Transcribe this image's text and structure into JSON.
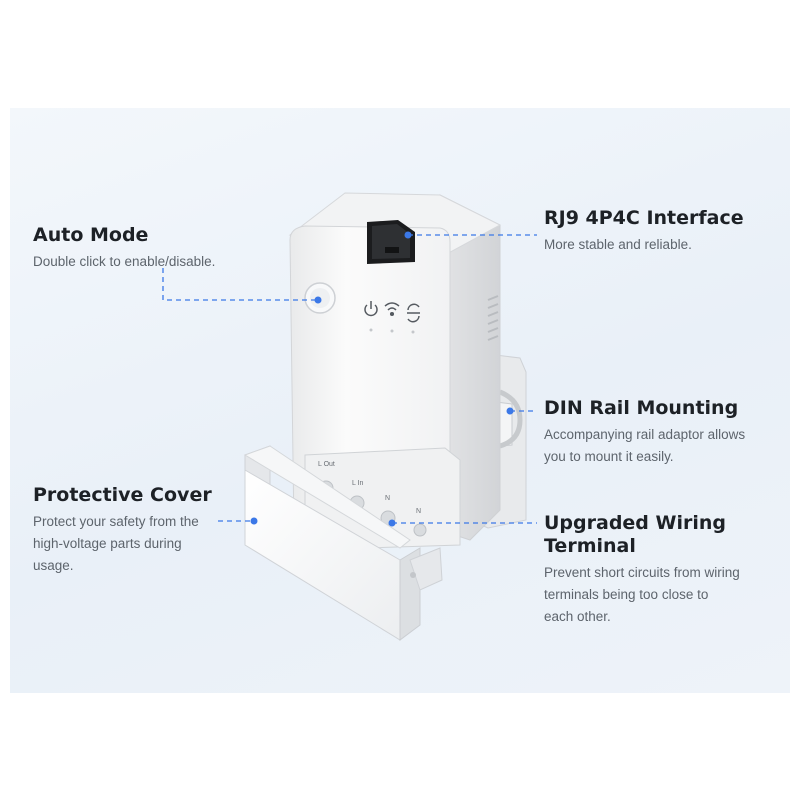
{
  "colors": {
    "background": "#ffffff",
    "panel": "#eef3f9",
    "leader_line": "#3b78e7",
    "device_body": "#f7f7f7",
    "title_text": "#1d2126",
    "body_text": "#5d646c"
  },
  "callouts": {
    "auto_mode": {
      "title": "Auto Mode",
      "description": "Double click to enable/disable."
    },
    "rj9": {
      "title": "RJ9 4P4C Interface",
      "description": "More stable and reliable."
    },
    "din_rail": {
      "title": "DIN Rail Mounting",
      "description_line1": "Accompanying rail adaptor allows",
      "description_line2": "you to mount it easily."
    },
    "protective_cover": {
      "title": "Protective Cover",
      "description_line1": "Protect your safety from the",
      "description_line2": "high-voltage parts during",
      "description_line3": "usage."
    },
    "wiring_terminal": {
      "title_line1": "Upgraded Wiring",
      "title_line2": "Terminal",
      "description_line1": "Prevent short circuits from wiring",
      "description_line2": "terminals being too close to",
      "description_line3": "each other."
    }
  },
  "device": {
    "terminal_labels": [
      "L Out",
      "L In",
      "N",
      "N"
    ],
    "indicator_icons": [
      "power-icon",
      "wifi-icon",
      "sync-icon"
    ]
  }
}
